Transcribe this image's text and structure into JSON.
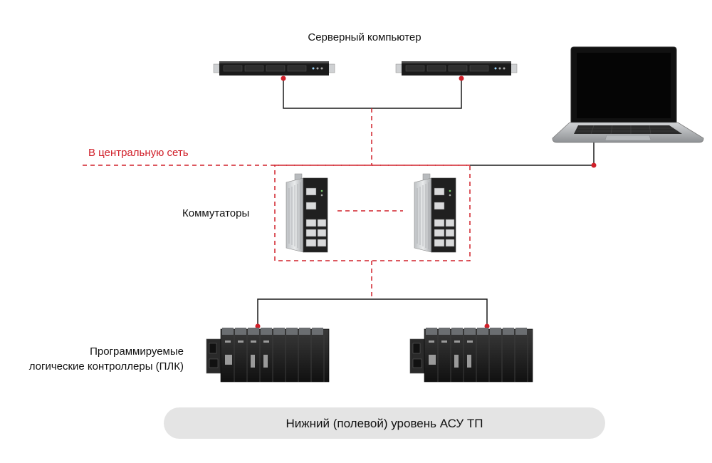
{
  "labels": {
    "server_computer": "Серверный компьютер",
    "central_network": "В центральную сеть",
    "switches": "Коммутаторы",
    "plc_line1": "Программируемые",
    "plc_line2": "логические контроллеры (ПЛК)",
    "footer": "Нижний (полевой) уровень АСУ ТП"
  },
  "colors": {
    "accent": "#d0202a",
    "line": "#1a1a1a",
    "footer_bg": "#e4e4e4"
  },
  "icons": {
    "server": "rack-server-icon",
    "laptop": "laptop-icon",
    "switch": "industrial-switch-icon",
    "plc": "plc-rack-icon"
  }
}
